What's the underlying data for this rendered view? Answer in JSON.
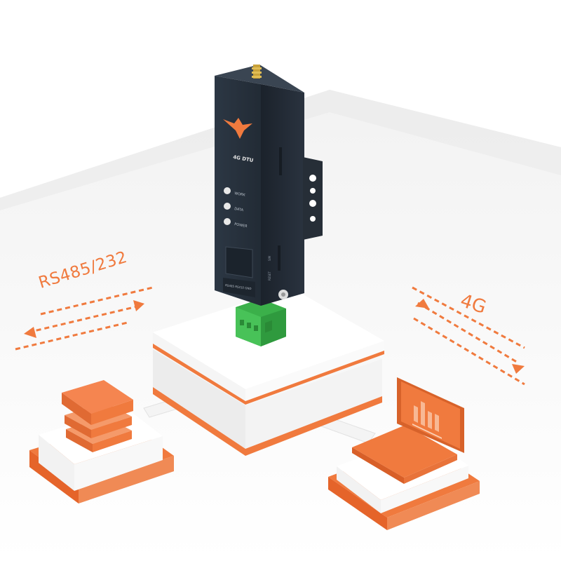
{
  "labels": {
    "serial": "RS485/232",
    "cellular": "4G"
  },
  "device": {
    "model": "4G DTU",
    "leds": [
      "WORK",
      "DATA",
      "POWER"
    ],
    "side_labels": [
      "SIM",
      "RESET"
    ],
    "terminal_label": "RS485 RS232 GND"
  },
  "colors": {
    "accent": "#f07a3e",
    "device_body": "#27313d",
    "terminal_block": "#3bb04a",
    "platform": "#ffffff",
    "background_floor": "#eeeeee"
  },
  "icons": {
    "logo": "bird-logo-icon",
    "laptop_screen": "bar-chart-icon"
  }
}
